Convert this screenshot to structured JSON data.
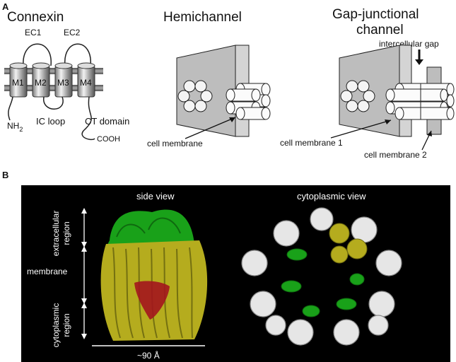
{
  "panel_a": {
    "letter": "A",
    "connexin": {
      "title": "Connexin",
      "loops": [
        "EC1",
        "EC2"
      ],
      "helices": [
        "M1",
        "M2",
        "M3",
        "M4"
      ],
      "nh2_main": "NH",
      "nh2_sub": "2",
      "ic_loop": "IC loop",
      "ct_domain": "CT domain",
      "cooh": "COOH"
    },
    "hemichannel": {
      "title": "Hemichannel",
      "cell_membrane": "cell membrane"
    },
    "gap_junction": {
      "title_line1": "Gap-junctional",
      "title_line2": "channel",
      "intercellular_gap": "intercellular gap",
      "cell_membrane_1": "cell membrane 1",
      "cell_membrane_2": "cell membrane 2"
    }
  },
  "panel_b": {
    "letter": "B",
    "side_view": "side view",
    "cytoplasmic_view": "cytoplasmic view",
    "extracellular_region_1": "extracellular",
    "extracellular_region_2": "region",
    "membrane": "membrane",
    "cytoplasmic_region_1": "cytoplasmic",
    "cytoplasmic_region_2": "region",
    "scale": "~90 Å"
  },
  "colors": {
    "membrane_gray": "#bdbdbd",
    "helix_yellow": "#b5ac1e",
    "helix_green": "#19a119",
    "helix_red": "#a3151d",
    "helix_white": "#e6e6e6",
    "panel_black": "#000000"
  }
}
